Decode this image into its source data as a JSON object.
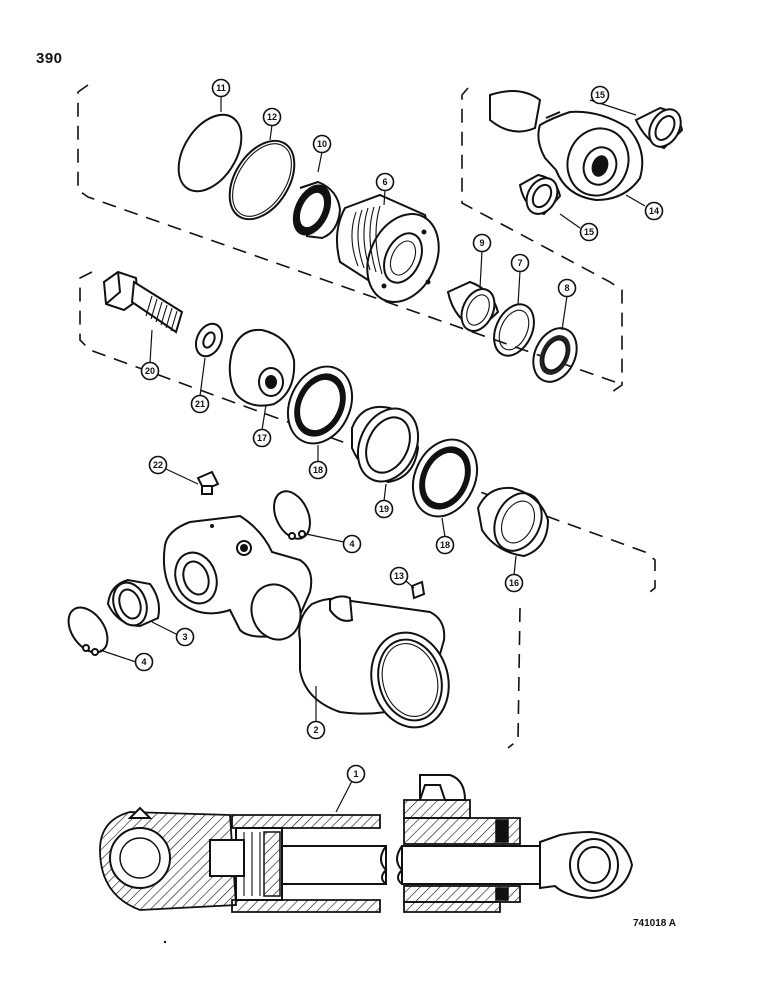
{
  "page": {
    "number": "390",
    "figure_code": "741018 A"
  },
  "callouts": [
    {
      "id": "c11",
      "label": "11"
    },
    {
      "id": "c12",
      "label": "12"
    },
    {
      "id": "c10",
      "label": "10"
    },
    {
      "id": "c6",
      "label": "6"
    },
    {
      "id": "c15a",
      "label": "15"
    },
    {
      "id": "c15b",
      "label": "15"
    },
    {
      "id": "c14",
      "label": "14"
    },
    {
      "id": "c9",
      "label": "9"
    },
    {
      "id": "c7",
      "label": "7"
    },
    {
      "id": "c8",
      "label": "8"
    },
    {
      "id": "c20",
      "label": "20"
    },
    {
      "id": "c21",
      "label": "21"
    },
    {
      "id": "c17",
      "label": "17"
    },
    {
      "id": "c18a",
      "label": "18"
    },
    {
      "id": "c19",
      "label": "19"
    },
    {
      "id": "c18b",
      "label": "18"
    },
    {
      "id": "c16",
      "label": "16"
    },
    {
      "id": "c22",
      "label": "22"
    },
    {
      "id": "c4a",
      "label": "4"
    },
    {
      "id": "c13",
      "label": "13"
    },
    {
      "id": "c3",
      "label": "3"
    },
    {
      "id": "c4b",
      "label": "4"
    },
    {
      "id": "c2",
      "label": "2"
    },
    {
      "id": "c1",
      "label": "1"
    }
  ]
}
